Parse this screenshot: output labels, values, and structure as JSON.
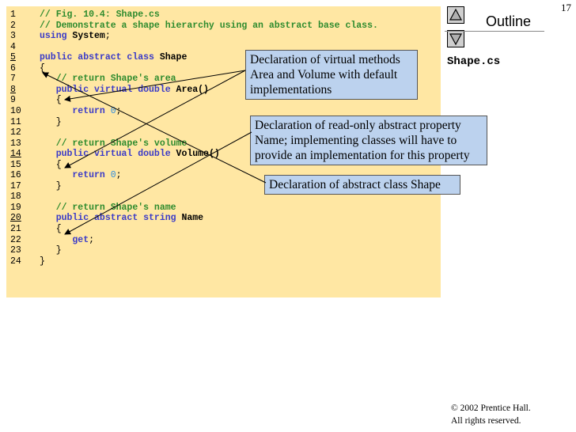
{
  "page_number": "17",
  "outline": {
    "title": "Outline",
    "file_label": "Shape.cs"
  },
  "nav": {
    "up_icon": "triangle-up-icon",
    "down_icon": "triangle-down-icon"
  },
  "copyright": {
    "line1": "© 2002 Prentice Hall.",
    "line2": "All rights reserved."
  },
  "colors": {
    "code_background": "#ffe7a3",
    "callout_background": "#bcd2ee",
    "comment": "#2e8b2e",
    "keyword": "#3a3ac8",
    "number": "#2c8be0"
  },
  "code": {
    "line_numbers": [
      "1",
      "2",
      "3",
      "4",
      "5",
      "6",
      "7",
      "8",
      "9",
      "10",
      "11",
      "12",
      "13",
      "14",
      "15",
      "16",
      "17",
      "18",
      "19",
      "20",
      "21",
      "22",
      "23",
      "24"
    ],
    "lines": [
      [
        {
          "t": "// Fig. 10.4: Shape.cs",
          "c": "cm"
        }
      ],
      [
        {
          "t": "// Demonstrate a shape hierarchy using an abstract base class.",
          "c": "cm"
        }
      ],
      [
        {
          "t": "using",
          "c": "kw"
        },
        {
          "t": " ",
          "c": "pl"
        },
        {
          "t": "System",
          "c": "id"
        },
        {
          "t": ";",
          "c": "pl"
        }
      ],
      [],
      [
        {
          "t": "public abstract class",
          "c": "kw"
        },
        {
          "t": " ",
          "c": "pl"
        },
        {
          "t": "Shape",
          "c": "id"
        }
      ],
      [
        {
          "t": "{",
          "c": "pl"
        }
      ],
      [
        {
          "t": "   // return Shape's area",
          "c": "cm"
        }
      ],
      [
        {
          "t": "   public virtual double",
          "c": "kw"
        },
        {
          "t": " ",
          "c": "pl"
        },
        {
          "t": "Area()",
          "c": "id"
        }
      ],
      [
        {
          "t": "   {",
          "c": "pl"
        }
      ],
      [
        {
          "t": "      return",
          "c": "kw"
        },
        {
          "t": " ",
          "c": "pl"
        },
        {
          "t": "0",
          "c": "nm"
        },
        {
          "t": ";",
          "c": "pl"
        }
      ],
      [
        {
          "t": "   }",
          "c": "pl"
        }
      ],
      [],
      [
        {
          "t": "   // return Shape's volume",
          "c": "cm"
        }
      ],
      [
        {
          "t": "   public virtual double",
          "c": "kw"
        },
        {
          "t": " ",
          "c": "pl"
        },
        {
          "t": "Volume()",
          "c": "id"
        }
      ],
      [
        {
          "t": "   {",
          "c": "pl"
        }
      ],
      [
        {
          "t": "      return",
          "c": "kw"
        },
        {
          "t": " ",
          "c": "pl"
        },
        {
          "t": "0",
          "c": "nm"
        },
        {
          "t": ";",
          "c": "pl"
        }
      ],
      [
        {
          "t": "   }",
          "c": "pl"
        }
      ],
      [],
      [
        {
          "t": "   // return Shape's name",
          "c": "cm"
        }
      ],
      [
        {
          "t": "   public abstract string",
          "c": "kw"
        },
        {
          "t": " ",
          "c": "pl"
        },
        {
          "t": "Name",
          "c": "id"
        }
      ],
      [
        {
          "t": "   {",
          "c": "pl"
        }
      ],
      [
        {
          "t": "      get",
          "c": "kw"
        },
        {
          "t": ";",
          "c": "pl"
        }
      ],
      [
        {
          "t": "   }",
          "c": "pl"
        }
      ],
      [
        {
          "t": "}",
          "c": "pl"
        }
      ]
    ],
    "underlined_lines": [
      "5",
      "8",
      "14",
      "20"
    ]
  },
  "callouts": {
    "virtual_methods": "Declaration of virtual methods Area and Volume with default implementations",
    "abstract_property": "Declaration of read-only abstract property Name; implementing classes will have to provide an implementation for this property",
    "abstract_class": "Declaration of abstract class Shape"
  }
}
